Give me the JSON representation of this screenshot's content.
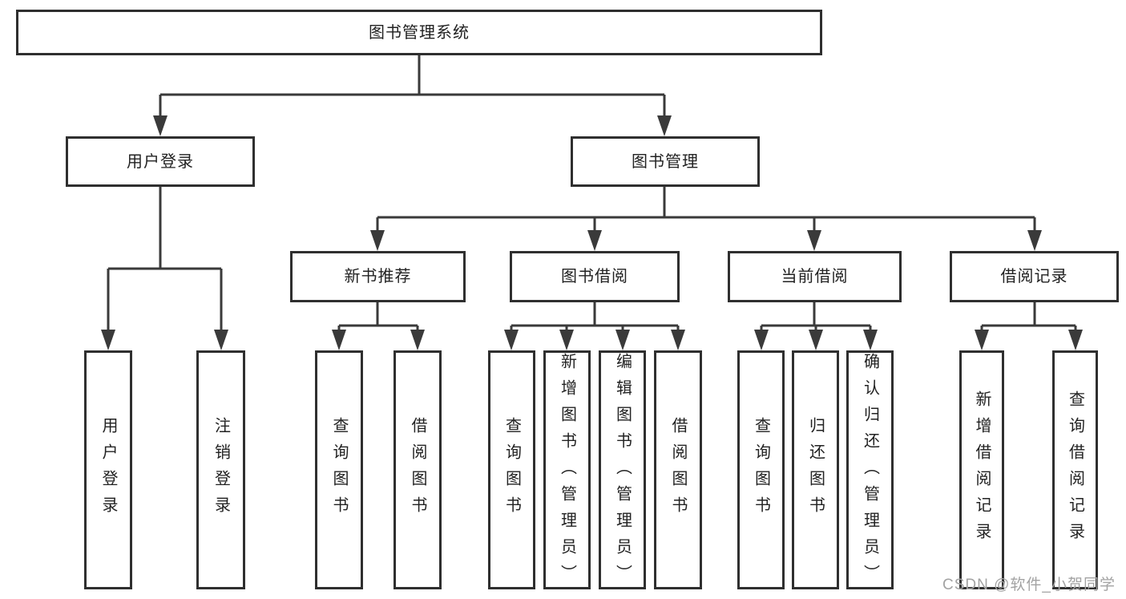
{
  "tree": {
    "root": {
      "label": "图书管理系统"
    },
    "level2": [
      {
        "label": "用户登录",
        "leaves": [
          {
            "label": "用户登录"
          },
          {
            "label": "注销登录"
          }
        ]
      },
      {
        "label": "图书管理",
        "groups": [
          {
            "label": "新书推荐",
            "leaves": [
              {
                "label": "查询图书"
              },
              {
                "label": "借阅图书"
              }
            ]
          },
          {
            "label": "图书借阅",
            "leaves": [
              {
                "label": "查询图书"
              },
              {
                "label": "新增图书（管理员）"
              },
              {
                "label": "编辑图书（管理员）"
              },
              {
                "label": "借阅图书"
              }
            ]
          },
          {
            "label": "当前借阅",
            "leaves": [
              {
                "label": "查询图书"
              },
              {
                "label": "归还图书"
              },
              {
                "label": "确认归还（管理员）"
              }
            ]
          },
          {
            "label": "借阅记录",
            "leaves": [
              {
                "label": "新增借阅记录"
              },
              {
                "label": "查询借阅记录"
              }
            ]
          }
        ]
      }
    ]
  },
  "watermark": {
    "text": "CSDN @软件_小贺同学"
  },
  "colors": {
    "line": "#3a3a3a",
    "border": "#2f2f2f",
    "text": "#222222",
    "background": "#ffffff",
    "watermark": "#a3a3a3"
  }
}
